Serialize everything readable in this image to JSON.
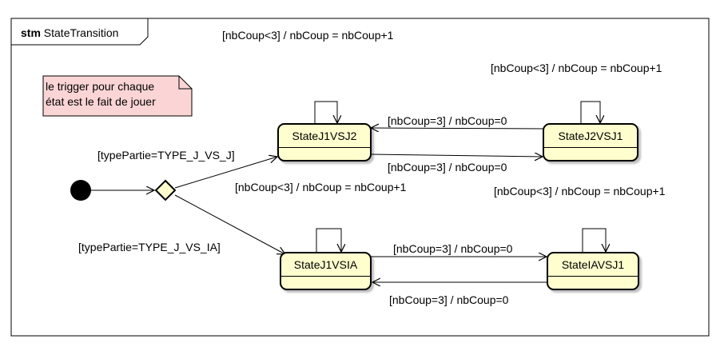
{
  "frame": {
    "keyword": "stm",
    "name": "StateTransition"
  },
  "note": {
    "text": "le trigger pour chaque\nétat est le fait de jouer"
  },
  "states": {
    "j1vsj2": "StateJ1VSJ2",
    "j2vsj1": "StateJ2VSJ1",
    "j1vsia": "StateJ1VSIA",
    "iavsj1": "StateIAVSJ1"
  },
  "labels": {
    "self_j1vsj2": "[nbCoup<3] / nbCoup = nbCoup+1",
    "self_j2vsj1": "[nbCoup<3] / nbCoup = nbCoup+1",
    "self_j1vsia": "[nbCoup<3] / nbCoup = nbCoup+1",
    "self_iavsj1": "[nbCoup<3] / nbCoup = nbCoup+1",
    "j2vsj1_to_j1vsj2": "[nbCoup=3] / nbCoup=0",
    "j1vsj2_to_j2vsj1": "[nbCoup=3] / nbCoup=0",
    "j1vsia_to_iavsj1": "[nbCoup=3] / nbCoup=0",
    "iavsj1_to_j1vsia": "[nbCoup=3] / nbCoup=0",
    "guard_j_vs_j": "[typePartie=TYPE_J_VS_J]",
    "guard_j_vs_ia": "[typePartie=TYPE_J_VS_IA]"
  },
  "colors": {
    "state_fill": "#fefece",
    "note_fill": "#fbd5d5"
  }
}
